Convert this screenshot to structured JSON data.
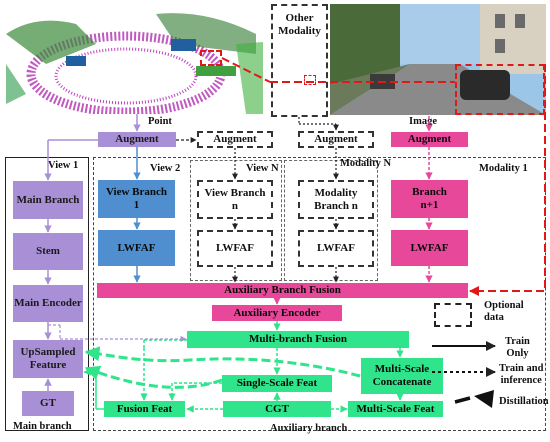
{
  "header": {
    "point_label": "Point",
    "image_label": "Image",
    "other_modality": "Other\nModality"
  },
  "augment": {
    "main": "Augment",
    "view_n": "Augment",
    "modality_n": "Augment",
    "image": "Augment"
  },
  "views": {
    "view1": "View 1",
    "view2": "View 2",
    "viewN": "View N",
    "modalityN": "Modality N",
    "modality1": "Modality 1"
  },
  "main_branch": {
    "main": "Main Branch",
    "stem": "Stem",
    "encoder": "Main Encoder",
    "upsampled": "UpSampled\nFeature",
    "gt": "GT",
    "title": "Main branch"
  },
  "branches": {
    "view_branch_1": "View Branch\n1",
    "view_branch_n": "View Branch\nn",
    "modality_branch_n": "Modality\nBranch n",
    "branch_n1": "Branch\nn+1",
    "lwfaf": "LWFAF"
  },
  "aux": {
    "fusion": "Auxiliary Branch Fusion",
    "encoder": "Auxiliary Encoder",
    "multi_branch_fusion": "Multi-branch Fusion",
    "single_scale": "Single-Scale Feat",
    "multi_scale_concat": "Multi-Scale\nConcatenate",
    "fusion_feat": "Fusion Feat",
    "cgt": "CGT",
    "multi_scale_feat": "Multi-Scale Feat",
    "title": "Auxiliary branch"
  },
  "legend": {
    "optional": "Optional\ndata",
    "train_only": "Train\nOnly",
    "train_inference": "Train and\ninference",
    "distillation": "Distillation"
  },
  "colors": {
    "purple": "#a88fd6",
    "blue": "#4f8fd0",
    "pink": "#e8489a",
    "green": "#2fe48a",
    "red_dash": "#e01818"
  }
}
